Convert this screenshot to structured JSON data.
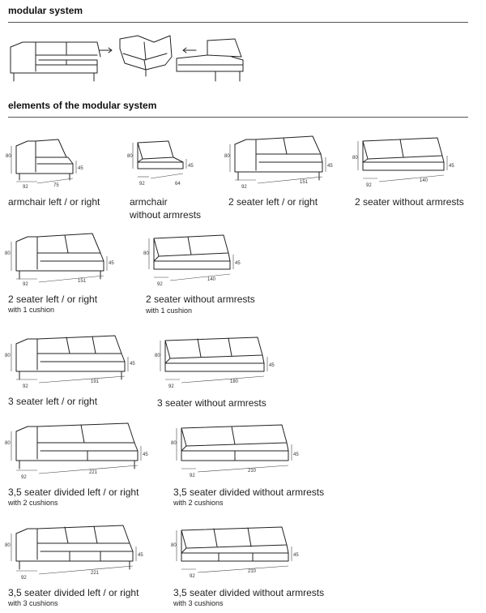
{
  "sections": {
    "modular_title": "modular system",
    "elements_title": "elements of the modular system"
  },
  "elements": [
    {
      "label": "armchair left / or right",
      "sub": "",
      "dims": {
        "h": "80",
        "d": "92",
        "w": "75",
        "s": "45"
      }
    },
    {
      "label": "armchair",
      "label2": "without armrests",
      "sub": "",
      "dims": {
        "h": "80",
        "d": "92",
        "w": "64",
        "s": "45"
      }
    },
    {
      "label": "2 seater left / or right",
      "sub": "",
      "dims": {
        "h": "80",
        "d": "92",
        "w": "151",
        "s": "45"
      }
    },
    {
      "label": "2 seater without armrests",
      "sub": "",
      "dims": {
        "h": "80",
        "d": "92",
        "w": "140",
        "s": "45"
      }
    },
    {
      "label": "2 seater left / or right",
      "sub": "with 1 cushion",
      "dims": {
        "h": "80",
        "d": "92",
        "w": "151",
        "s": "45"
      }
    },
    {
      "label": "2 seater without armrests",
      "sub": "with 1 cushion",
      "dims": {
        "h": "80",
        "d": "92",
        "w": "140",
        "s": "45"
      }
    },
    {
      "label": "3 seater left / or right",
      "sub": "",
      "dims": {
        "h": "80",
        "d": "92",
        "w": "191",
        "s": "45"
      }
    },
    {
      "label": "3 seater without armrests",
      "sub": "",
      "dims": {
        "h": "80",
        "d": "92",
        "w": "180",
        "s": "45"
      }
    },
    {
      "label": "3,5 seater divided left / or right",
      "sub": "with 2 cushions",
      "dims": {
        "h": "80",
        "d": "92",
        "w": "221",
        "s": "45"
      }
    },
    {
      "label": "3,5 seater divided without armrests",
      "sub": "with 2 cushions",
      "dims": {
        "h": "80",
        "d": "92",
        "w": "210",
        "s": "45"
      }
    },
    {
      "label": "3,5 seater divided left / or right",
      "sub": "with 3 cushions",
      "dims": {
        "h": "80",
        "d": "92",
        "w": "221",
        "s": "45"
      }
    },
    {
      "label": "3,5 seater divided without armrests",
      "sub": "with 3 cushions",
      "dims": {
        "h": "80",
        "d": "92",
        "w": "210",
        "s": "45"
      }
    }
  ]
}
